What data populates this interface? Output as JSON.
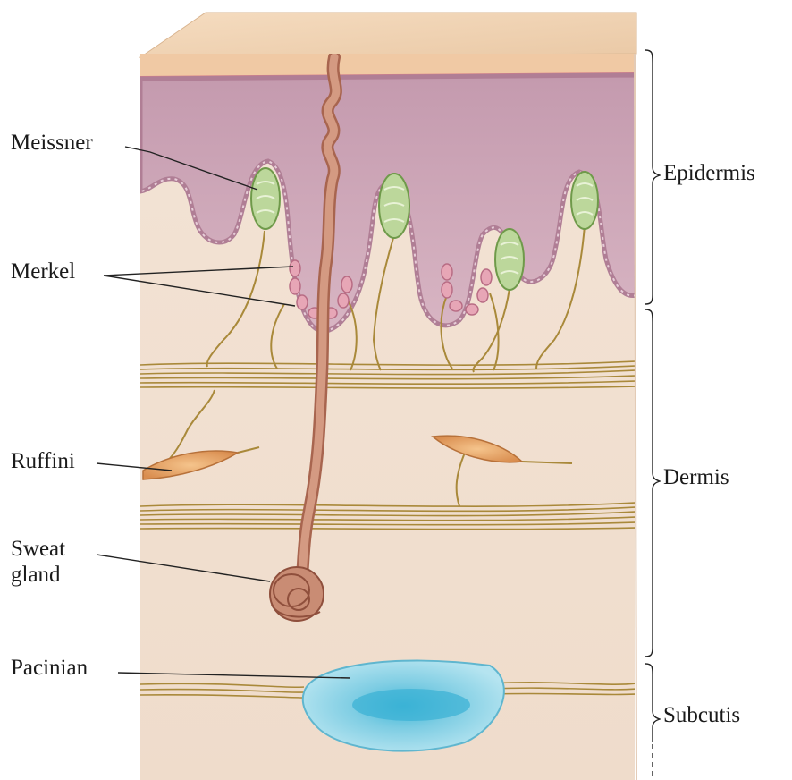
{
  "receptor_labels": {
    "meissner": "Meissner",
    "merkel": "Merkel",
    "ruffini": "Ruffini",
    "sweat_gland": "Sweat\ngland",
    "pacinian": "Pacinian"
  },
  "layer_labels": {
    "epidermis": "Epidermis",
    "dermis": "Dermis",
    "subcutis": "Subcutis"
  },
  "colors": {
    "dermis": "#f1dccd",
    "epidermis": "#cda3b4",
    "skin_surface": "#f2d1b2",
    "nerve": "#a9893a",
    "duct": "#c98c74",
    "meissner_corpuscle": "#bcd79b",
    "merkel_disk": "#e7a6b6",
    "ruffini_ending": "#e8a868",
    "pacinian_corpuscle": "#8fd4e6"
  }
}
